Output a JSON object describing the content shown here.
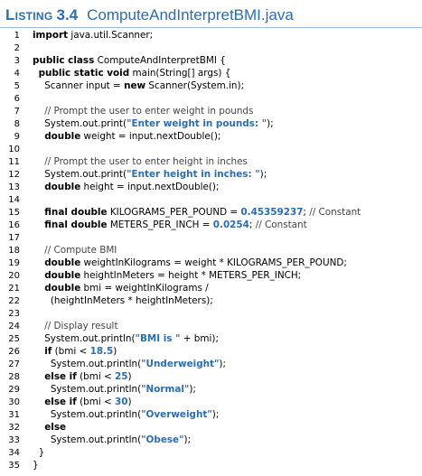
{
  "header": {
    "label": "Listing",
    "number": "3.4",
    "title": "ComputeAndInterpretBMI.java"
  },
  "colors": {
    "accent": "#2a6db0",
    "text": "#000000"
  },
  "lines": [
    {
      "n": "1",
      "tokens": [
        {
          "t": "kw",
          "v": "import"
        },
        {
          "t": "pl",
          "v": " java.util.Scanner;"
        }
      ]
    },
    {
      "n": "2",
      "tokens": []
    },
    {
      "n": "3",
      "tokens": [
        {
          "t": "kw",
          "v": "public class"
        },
        {
          "t": "pl",
          "v": " ComputeAndInterpretBMI {"
        }
      ]
    },
    {
      "n": "4",
      "tokens": [
        {
          "t": "pl",
          "v": "  "
        },
        {
          "t": "kw",
          "v": "public static void"
        },
        {
          "t": "pl",
          "v": " main(String[] args) {"
        }
      ]
    },
    {
      "n": "5",
      "tokens": [
        {
          "t": "pl",
          "v": "    Scanner input = "
        },
        {
          "t": "kw",
          "v": "new"
        },
        {
          "t": "pl",
          "v": " Scanner(System.in);"
        }
      ]
    },
    {
      "n": "6",
      "tokens": []
    },
    {
      "n": "7",
      "tokens": [
        {
          "t": "cmt",
          "v": "    // Prompt the user to enter weight in pounds"
        }
      ]
    },
    {
      "n": "8",
      "tokens": [
        {
          "t": "pl",
          "v": "    System.out.print("
        },
        {
          "t": "str",
          "v": "\"Enter weight in pounds: \""
        },
        {
          "t": "pl",
          "v": ");"
        }
      ]
    },
    {
      "n": "9",
      "tokens": [
        {
          "t": "pl",
          "v": "    "
        },
        {
          "t": "kw",
          "v": "double"
        },
        {
          "t": "pl",
          "v": " weight = input.nextDouble();"
        }
      ]
    },
    {
      "n": "10",
      "tokens": []
    },
    {
      "n": "11",
      "tokens": [
        {
          "t": "cmt",
          "v": "    // Prompt the user to enter height in inches"
        }
      ]
    },
    {
      "n": "12",
      "tokens": [
        {
          "t": "pl",
          "v": "    System.out.print("
        },
        {
          "t": "str",
          "v": "\"Enter height in inches: \""
        },
        {
          "t": "pl",
          "v": ");"
        }
      ]
    },
    {
      "n": "13",
      "tokens": [
        {
          "t": "pl",
          "v": "    "
        },
        {
          "t": "kw",
          "v": "double"
        },
        {
          "t": "pl",
          "v": " height = input.nextDouble();"
        }
      ]
    },
    {
      "n": "14",
      "tokens": []
    },
    {
      "n": "15",
      "tokens": [
        {
          "t": "pl",
          "v": "    "
        },
        {
          "t": "kw",
          "v": "final double"
        },
        {
          "t": "pl",
          "v": " KILOGRAMS_PER_POUND = "
        },
        {
          "t": "num",
          "v": "0.45359237"
        },
        {
          "t": "pl",
          "v": "; "
        },
        {
          "t": "cmt",
          "v": "// Constant"
        }
      ]
    },
    {
      "n": "16",
      "tokens": [
        {
          "t": "pl",
          "v": "    "
        },
        {
          "t": "kw",
          "v": "final double"
        },
        {
          "t": "pl",
          "v": " METERS_PER_INCH = "
        },
        {
          "t": "num",
          "v": "0.0254"
        },
        {
          "t": "pl",
          "v": "; "
        },
        {
          "t": "cmt",
          "v": "// Constant"
        }
      ]
    },
    {
      "n": "17",
      "tokens": []
    },
    {
      "n": "18",
      "tokens": [
        {
          "t": "cmt",
          "v": "    // Compute BMI"
        }
      ]
    },
    {
      "n": "19",
      "tokens": [
        {
          "t": "pl",
          "v": "    "
        },
        {
          "t": "kw",
          "v": "double"
        },
        {
          "t": "pl",
          "v": " weightInKilograms = weight * KILOGRAMS_PER_POUND;"
        }
      ]
    },
    {
      "n": "20",
      "tokens": [
        {
          "t": "pl",
          "v": "    "
        },
        {
          "t": "kw",
          "v": "double"
        },
        {
          "t": "pl",
          "v": " heightInMeters = height * METERS_PER_INCH;"
        }
      ]
    },
    {
      "n": "21",
      "tokens": [
        {
          "t": "pl",
          "v": "    "
        },
        {
          "t": "kw",
          "v": "double"
        },
        {
          "t": "pl",
          "v": " bmi = weightInKilograms /"
        }
      ]
    },
    {
      "n": "22",
      "tokens": [
        {
          "t": "pl",
          "v": "      (heightInMeters * heightInMeters);"
        }
      ]
    },
    {
      "n": "23",
      "tokens": []
    },
    {
      "n": "24",
      "tokens": [
        {
          "t": "cmt",
          "v": "    // Display result"
        }
      ]
    },
    {
      "n": "25",
      "tokens": [
        {
          "t": "pl",
          "v": "    System.out.println("
        },
        {
          "t": "str",
          "v": "\"BMI is \""
        },
        {
          "t": "pl",
          "v": " + bmi);"
        }
      ]
    },
    {
      "n": "26",
      "tokens": [
        {
          "t": "pl",
          "v": "    "
        },
        {
          "t": "kw",
          "v": "if"
        },
        {
          "t": "pl",
          "v": " (bmi < "
        },
        {
          "t": "num",
          "v": "18.5"
        },
        {
          "t": "pl",
          "v": ")"
        }
      ]
    },
    {
      "n": "27",
      "tokens": [
        {
          "t": "pl",
          "v": "      System.out.println("
        },
        {
          "t": "str",
          "v": "\"Underweight\""
        },
        {
          "t": "pl",
          "v": ");"
        }
      ]
    },
    {
      "n": "28",
      "tokens": [
        {
          "t": "pl",
          "v": "    "
        },
        {
          "t": "kw",
          "v": "else if"
        },
        {
          "t": "pl",
          "v": " (bmi < "
        },
        {
          "t": "num",
          "v": "25"
        },
        {
          "t": "pl",
          "v": ")"
        }
      ]
    },
    {
      "n": "29",
      "tokens": [
        {
          "t": "pl",
          "v": "      System.out.println("
        },
        {
          "t": "str",
          "v": "\"Normal\""
        },
        {
          "t": "pl",
          "v": ");"
        }
      ]
    },
    {
      "n": "30",
      "tokens": [
        {
          "t": "pl",
          "v": "    "
        },
        {
          "t": "kw",
          "v": "else if"
        },
        {
          "t": "pl",
          "v": " (bmi < "
        },
        {
          "t": "num",
          "v": "30"
        },
        {
          "t": "pl",
          "v": ")"
        }
      ]
    },
    {
      "n": "31",
      "tokens": [
        {
          "t": "pl",
          "v": "      System.out.println("
        },
        {
          "t": "str",
          "v": "\"Overweight\""
        },
        {
          "t": "pl",
          "v": ");"
        }
      ]
    },
    {
      "n": "32",
      "tokens": [
        {
          "t": "pl",
          "v": "    "
        },
        {
          "t": "kw",
          "v": "else"
        }
      ]
    },
    {
      "n": "33",
      "tokens": [
        {
          "t": "pl",
          "v": "      System.out.println("
        },
        {
          "t": "str",
          "v": "\"Obese\""
        },
        {
          "t": "pl",
          "v": ");"
        }
      ]
    },
    {
      "n": "34",
      "tokens": [
        {
          "t": "pl",
          "v": "  }"
        }
      ]
    },
    {
      "n": "35",
      "tokens": [
        {
          "t": "pl",
          "v": "}"
        }
      ]
    }
  ]
}
